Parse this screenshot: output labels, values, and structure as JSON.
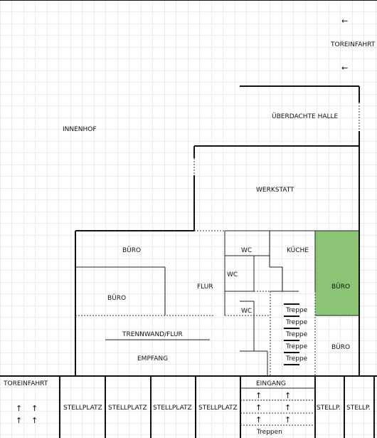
{
  "colors": {
    "background": "#ffffff",
    "grid": "#d9d9d9",
    "wall": "#111111",
    "highlight_room": "#8cc476"
  },
  "labels": {
    "toreinfahrt_top": "TOREINFAHRT",
    "ueberdachte_halle": "ÜBERDACHTE HALLE",
    "innenhof": "INNENHOF",
    "werkstatt": "WERKSTATT",
    "buero_top": "BÜRO",
    "buero_left": "BÜRO",
    "flur": "FLUR",
    "wc_top": "WC",
    "wc_middle": "WC",
    "wc_bottom": "WC",
    "kueche": "KÜCHE",
    "buero_green": "BÜRO",
    "buero_right": "BÜRO",
    "trennwand_flur": "TRENNWAND/FLUR",
    "empfang": "EMPFANG",
    "toreinfahrt_bottom": "TOREINFAHRT",
    "eingang": "EINGANG",
    "treppen": "Treppen",
    "stellplatz_1": "STELLPLATZ",
    "stellplatz_2": "STELLPLATZ",
    "stellplatz_3": "STELLPLATZ",
    "stellplatz_4": "STELLPLATZ",
    "stellp_1": "STELLP.",
    "stellp_2": "STELLP."
  },
  "stairs": [
    "Treppe",
    "Treppe",
    "Treppe",
    "Treppe",
    "Treppe"
  ],
  "arrows": {
    "left": "←",
    "up": "↑"
  }
}
